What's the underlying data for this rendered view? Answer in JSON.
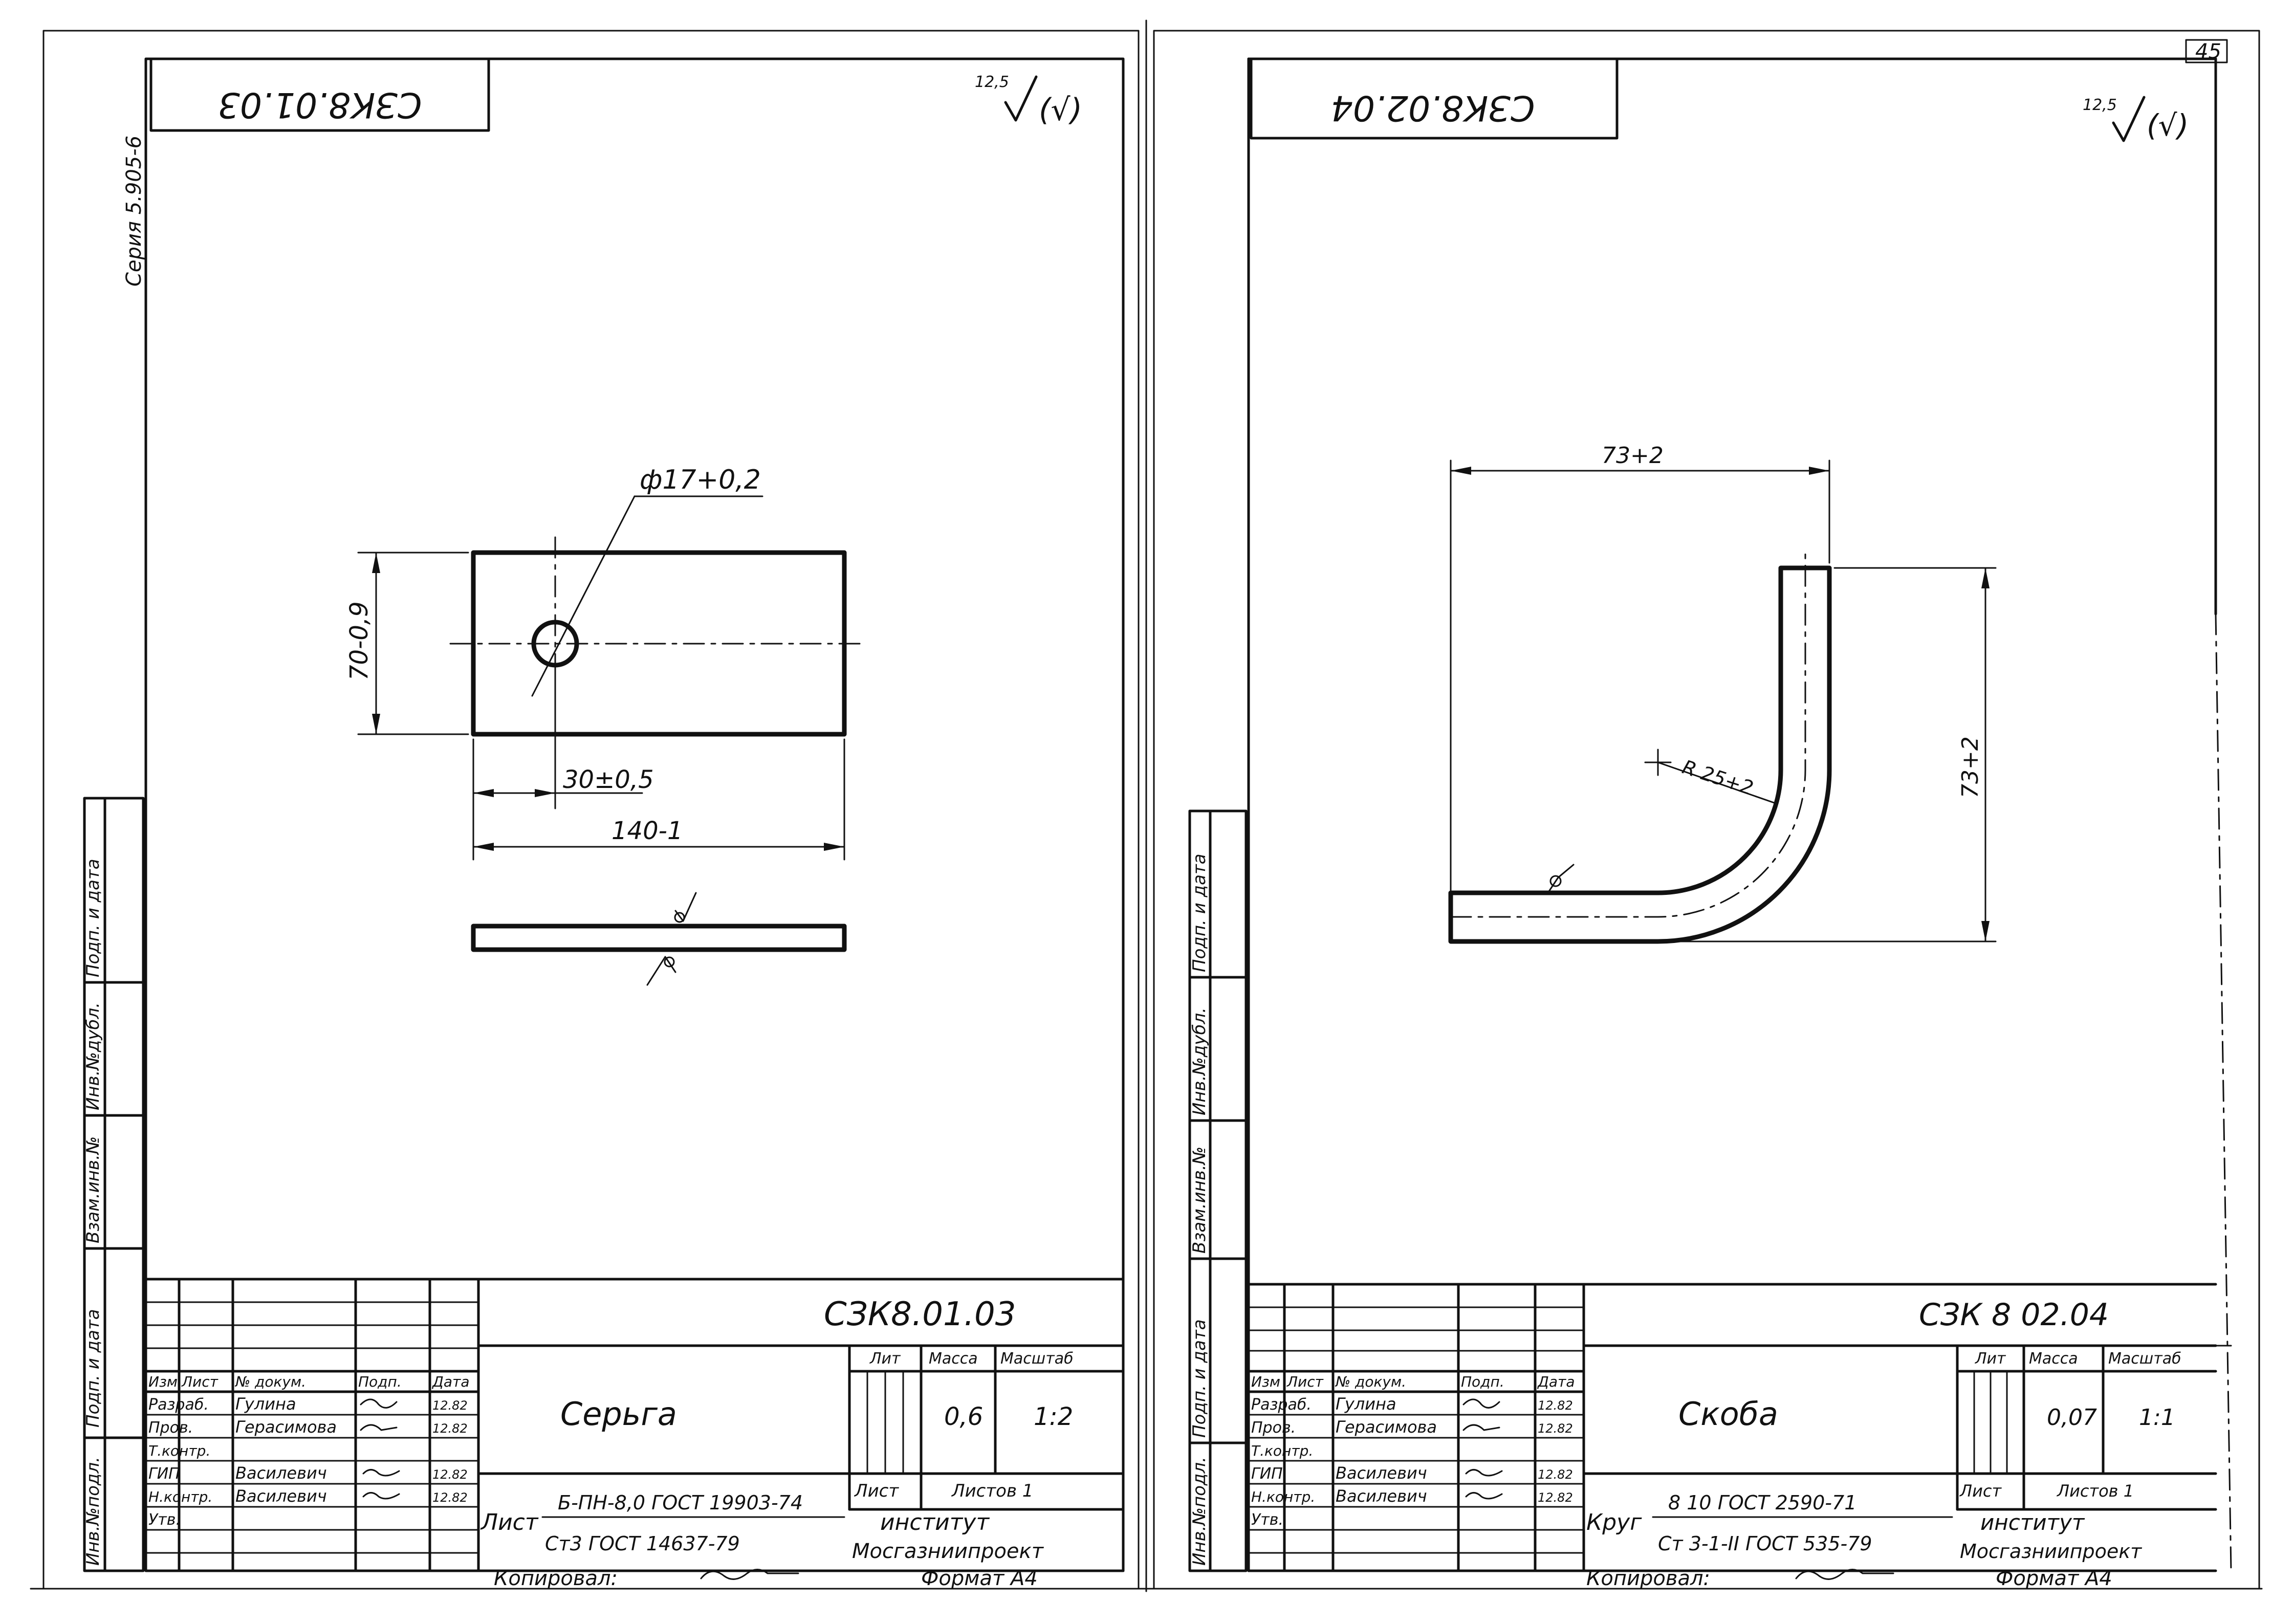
{
  "page_number": "45",
  "copied_label": "Копировал:",
  "format_label": "Формат А4",
  "side_labels": [
    "Инв.№подл.",
    "Подп. и дата",
    "Взам.инв.№",
    "Инв.№дубл.",
    "Подп. и дата"
  ],
  "series_label": "Серия 5.905-6",
  "block_headers": {
    "izm": "Изм",
    "list": "Лист",
    "ndok": "№ докум.",
    "podp": "Подп.",
    "data": "Дата",
    "lit": "Лит",
    "massa": "Масса",
    "masshtab": "Масштаб",
    "list_of": "Лист",
    "listov": "Листов 1"
  },
  "roles": [
    "Разраб.",
    "Пров.",
    "Т.контр.",
    "ГИП",
    "Н.контр.",
    "Утв."
  ],
  "sheets": [
    {
      "designation_rotated": "СЗК8.01.03",
      "roughness": "12,5",
      "roughness_paren": "(√)",
      "dims": {
        "hole": "ф17+0,2",
        "height": "70-0,9",
        "offset": "30±0,5",
        "length": "140-1"
      },
      "designation": "СЗК8.01.03",
      "title": "Серьга",
      "people": [
        {
          "role": "Разраб.",
          "name": "Гулина",
          "date": "12.82"
        },
        {
          "role": "Пров.",
          "name": "Герасимова",
          "date": "12.82"
        },
        {
          "role": "Т.контр.",
          "name": "",
          "date": ""
        },
        {
          "role": "ГИП",
          "name": "Василевич",
          "date": "12.82"
        },
        {
          "role": "Н.контр.",
          "name": "Василевич",
          "date": "12.82"
        },
        {
          "role": "Утв.",
          "name": "",
          "date": ""
        }
      ],
      "material_prefix": "Лист",
      "material_line1": "Б-ПН-8,0 ГОСТ 19903-74",
      "material_line2": "Ст3 ГОСТ 14637-79",
      "mass": "0,6",
      "scale": "1:2",
      "org_line1": "институт",
      "org_line2": "Мосгазниипроект"
    },
    {
      "designation_rotated": "СЗК8.02.04",
      "roughness": "12,5",
      "roughness_paren": "(√)",
      "dims": {
        "width": "73+2",
        "height": "73+2",
        "radius": "R 25+2"
      },
      "designation": "СЗК 8 02.04",
      "title": "Скоба",
      "people": [
        {
          "role": "Разраб.",
          "name": "Гулина",
          "date": "12.82"
        },
        {
          "role": "Пров.",
          "name": "Герасимова",
          "date": "12.82"
        },
        {
          "role": "Т.контр.",
          "name": "",
          "date": ""
        },
        {
          "role": "ГИП",
          "name": "Василевич",
          "date": "12.82"
        },
        {
          "role": "Н.контр.",
          "name": "Василевич",
          "date": "12.82"
        },
        {
          "role": "Утв.",
          "name": "",
          "date": ""
        }
      ],
      "material_prefix": "Круг",
      "material_line1": "8 10 ГОСТ 2590-71",
      "material_line2": "Ст 3-1-II ГОСТ 535-79",
      "mass": "0,07",
      "scale": "1:1",
      "org_line1": "институт",
      "org_line2": "Мосгазниипроект"
    }
  ]
}
